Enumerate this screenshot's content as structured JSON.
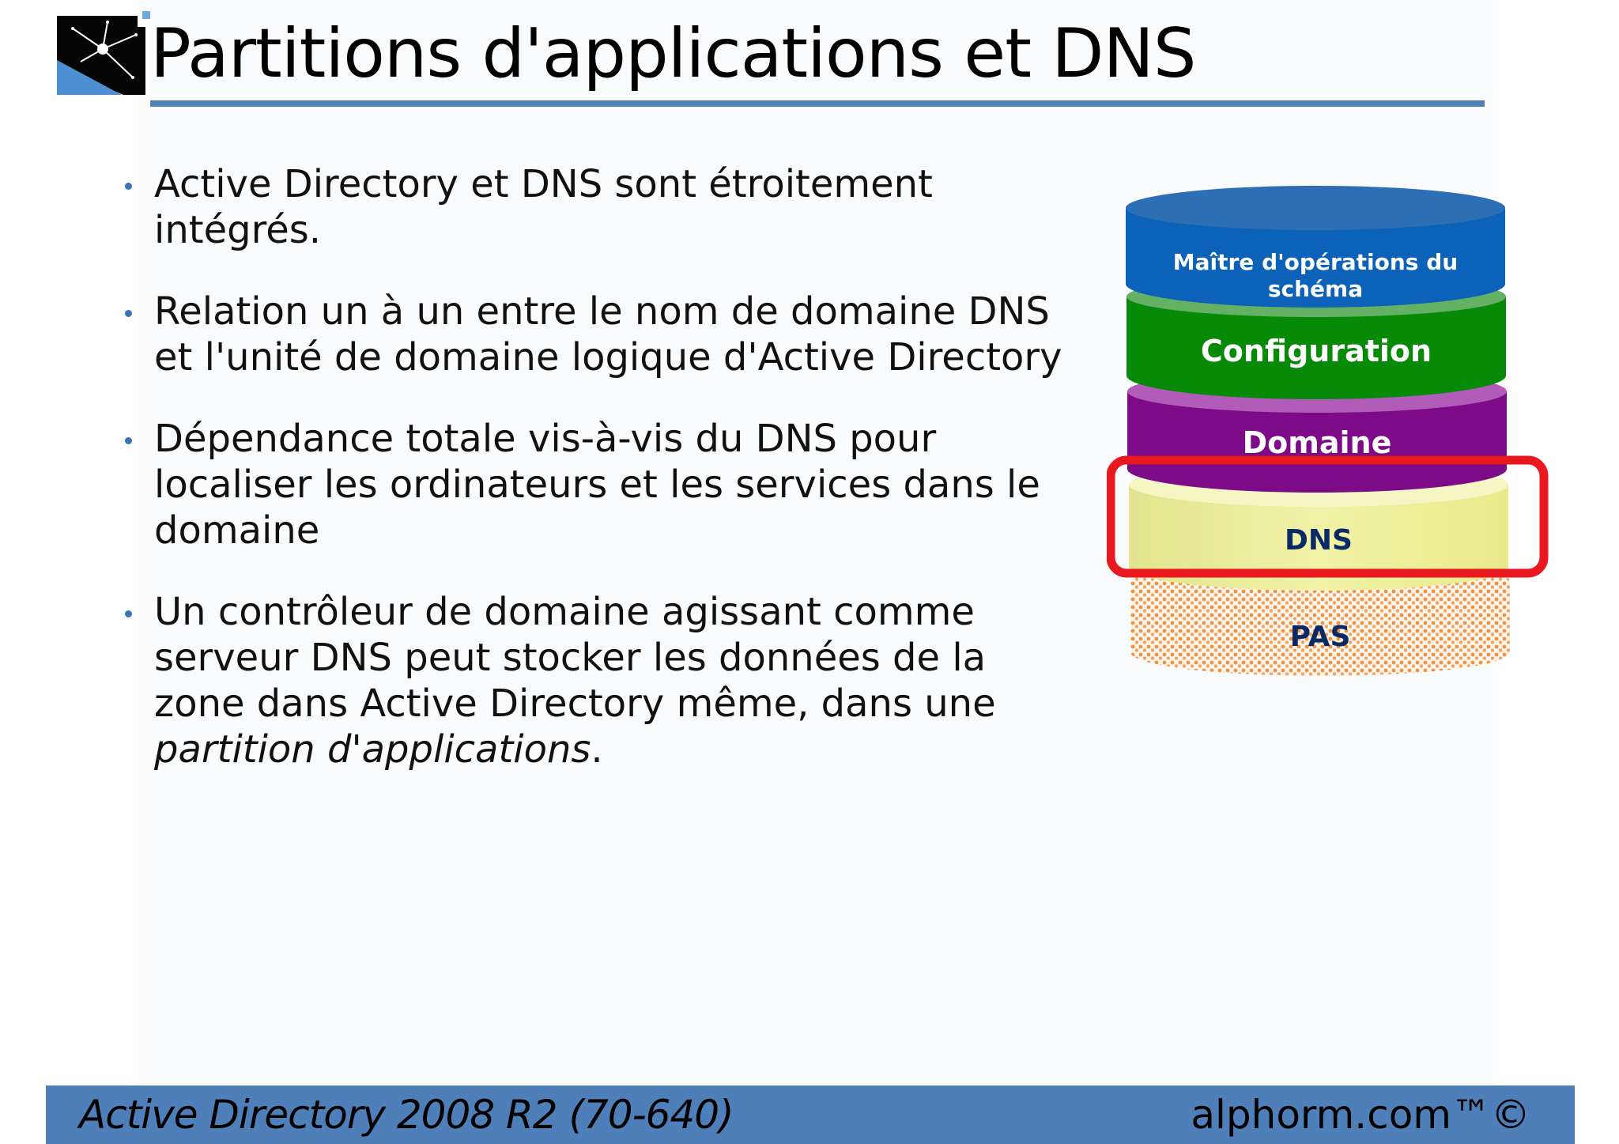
{
  "slide": {
    "title": "Partitions d'applications et DNS",
    "bullets": [
      {
        "text": "Active Directory et DNS sont étroitement intégrés."
      },
      {
        "text": "Relation un à un entre le nom de domaine DNS et l'unité de domaine logique d'Active Directory"
      },
      {
        "text": "Dépendance totale vis-à-vis du DNS pour localiser les ordinateurs et les services dans le domaine"
      },
      {
        "text_before": "Un contrôleur de domaine agissant comme serveur DNS peut stocker les données de la zone dans Active Directory même, dans une ",
        "text_italic": "partition d'applications",
        "text_after": "."
      }
    ]
  },
  "diagram": {
    "layers": [
      {
        "label_line1": "Maître d'opérations du",
        "label_line2": "schéma",
        "color": "#0b62b8"
      },
      {
        "label": "Configuration",
        "color": "#078a07"
      },
      {
        "label": "Domaine",
        "color": "#8a1396"
      },
      {
        "label": "DNS",
        "color": "#ecec8e"
      },
      {
        "label": "PAS",
        "color": "#f29b58"
      }
    ],
    "highlight_color": "#e8181e"
  },
  "footer": {
    "course": "Active Directory 2008 R2 (70-640)",
    "brand": "alphorm.com™©"
  },
  "colors": {
    "accent": "#4f7fb8",
    "bullet": "#3d73b6"
  }
}
